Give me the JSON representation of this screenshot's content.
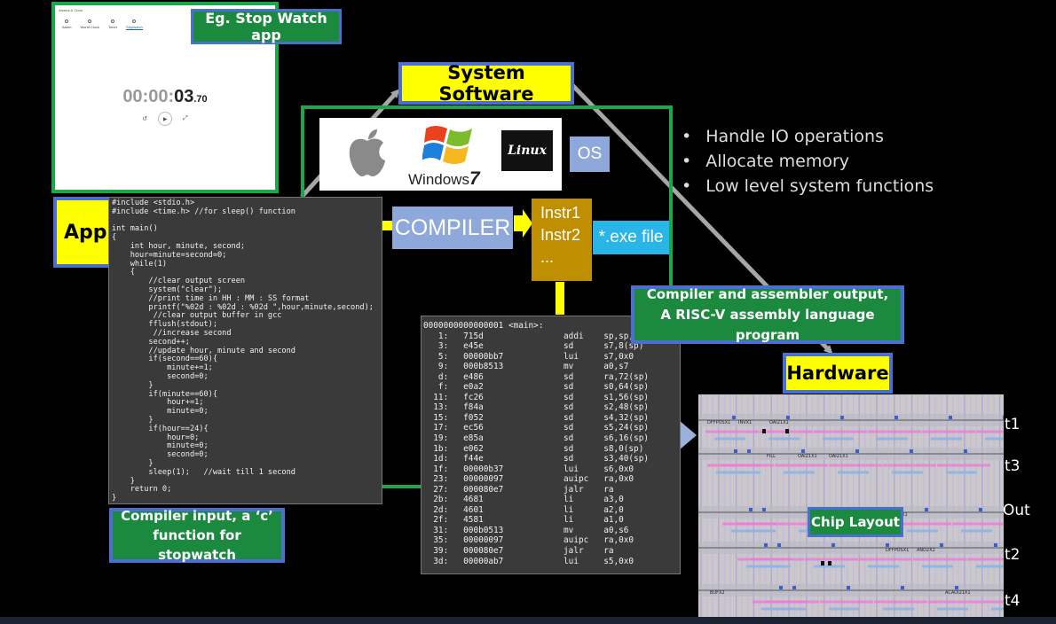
{
  "stopwatch": {
    "window_title": "Alarms & Clock",
    "tabs": [
      "Alarm",
      "World Clock",
      "Timer",
      "Stopwatch"
    ],
    "time_main_dim": "00:00:",
    "time_main": "03",
    "time_ms": ".70",
    "controls": [
      "↺",
      "▶",
      "⤢"
    ]
  },
  "labels": {
    "example_app": "Eg. Stop Watch app",
    "application": "Application",
    "system_software": "System Software",
    "windows": "Windows",
    "windows_ver": "7",
    "linux": "Linux",
    "os": "OS",
    "compiler": "COMPILER",
    "instr": [
      "Instr1",
      "Instr2",
      "..."
    ],
    "exe": "*.exe file",
    "hardware": "Hardware",
    "chip_layout": "Chip Layout",
    "c_caption": [
      "Compiler input, a ‘c’",
      "function for stopwatch"
    ],
    "asm_caption": [
      "Compiler and assembler output,",
      "A RISC-V assembly language program"
    ]
  },
  "bullets": [
    "Handle IO operations",
    "Allocate memory",
    "Low level system functions"
  ],
  "c_code": "#include <stdio.h>\n#include <time.h> //for sleep() function\n\nint main()\n{\n    int hour, minute, second;\n    hour=minute=second=0;\n    while(1)\n    {\n        //clear output screen\n        system(\"clear\");\n        //print time in HH : MM : SS format\n        printf(\"%02d : %02d : %02d \",hour,minute,second);\n         //clear output buffer in gcc\n        fflush(stdout);\n         //increase second\n        second++;\n        //update hour, minute and second\n        if(second==60){\n            minute+=1;\n            second=0;\n        }\n        if(minute==60){\n            hour+=1;\n            minute=0;\n        }\n        if(hour==24){\n            hour=0;\n            minute=0;\n            second=0;\n        }\n        sleep(1);   //wait till 1 second\n    }\n    return 0;\n}",
  "asm_code": "0000000000000001 <main>:\n   1:   715d                addi    sp,sp,-80\n   3:   e45e                sd      s7,8(sp)\n   5:   00000bb7            lui     s7,0x0\n   9:   000b8513            mv      a0,s7\n   d:   e486                sd      ra,72(sp)\n   f:   e0a2                sd      s0,64(sp)\n  11:   fc26                sd      s1,56(sp)\n  13:   f84a                sd      s2,48(sp)\n  15:   f052                sd      s4,32(sp)\n  17:   ec56                sd      s5,24(sp)\n  19:   e85a                sd      s6,16(sp)\n  1b:   e062                sd      s8,0(sp)\n  1d:   f44e                sd      s3,40(sp)\n  1f:   00000b37            lui     s6,0x0\n  23:   00000097            auipc   ra,0x0\n  27:   000080e7            jalr    ra\n  2b:   4681                li      a3,0\n  2d:   4601                li      a2,0\n  2f:   4581                li      a1,0\n  31:   000b0513            mv      a0,s6\n  35:   00000097            auipc   ra,0x0\n  39:   000080e7            jalr    ra\n  3d:   00000ab7            lui     s5,0x0",
  "signals": [
    "t1",
    "t3",
    "Out",
    "t2",
    "t4"
  ],
  "chip_cells": [
    "DFFPOSX1",
    "FILL",
    "OAI21X1",
    "DFFPOSX1",
    "ACAOI21X1",
    "INVX1",
    "OAI21X1",
    "DFFPOSX1",
    "AND2X2",
    "BUFX2",
    "OAI21X1",
    "OAI21X1",
    "AOI21X1"
  ]
}
